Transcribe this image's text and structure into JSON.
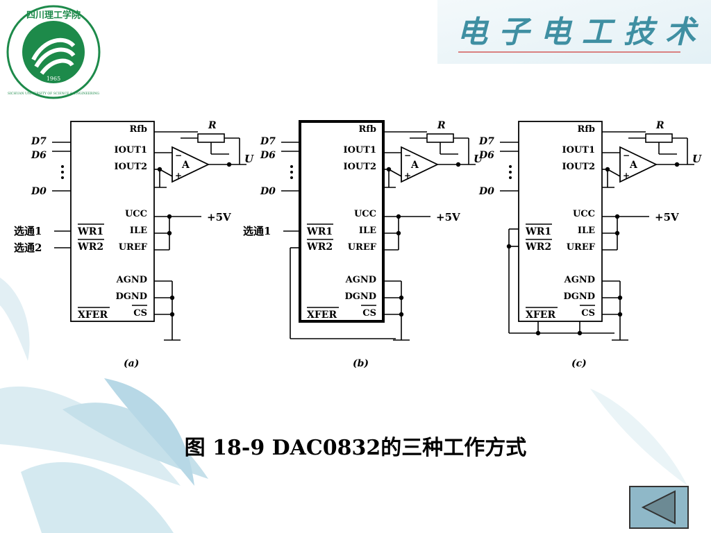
{
  "header": {
    "title": "电子电工技术",
    "logo_text": "四川理工学院",
    "logo_ring_text": "SICHUAN UNIVERSITY OF SCIENCE & ENGINEERING",
    "logo_year": "1965"
  },
  "caption": "图 18-9 DAC0832的三种工作方式",
  "circuits": [
    {
      "label": "(a)",
      "pins_left": [
        "WR1",
        "WR2"
      ],
      "pins_right": [
        "Rfb",
        "IOUT1",
        "IOUT2",
        "UCC",
        "ILE",
        "UREF",
        "AGND",
        "DGND",
        "CS"
      ],
      "bottom_left_pin": "XFER",
      "data_pins": [
        "D7",
        "D6",
        "D0"
      ],
      "inputs": [
        "选通1",
        "选通2"
      ],
      "supply": "+5V",
      "resistor": "R",
      "amp": "A",
      "output": "U",
      "minus": "−",
      "plus": "+"
    },
    {
      "label": "(b)",
      "pins_left": [
        "WR1",
        "WR2"
      ],
      "pins_right": [
        "Rfb",
        "IOUT1",
        "IOUT2",
        "UCC",
        "ILE",
        "UREF",
        "AGND",
        "DGND",
        "CS"
      ],
      "bottom_left_pin": "XFER",
      "data_pins": [
        "D7",
        "D6",
        "D0"
      ],
      "inputs": [
        "选通1"
      ],
      "supply": "+5V",
      "resistor": "R",
      "amp": "A",
      "output": "U",
      "minus": "−",
      "plus": "+"
    },
    {
      "label": "(c)",
      "pins_left": [
        "WR1",
        "WR2"
      ],
      "pins_right": [
        "Rfb",
        "IOUT1",
        "IOUT2",
        "UCC",
        "ILE",
        "UREF",
        "AGND",
        "DGND",
        "CS"
      ],
      "bottom_left_pin": "XFER",
      "data_pins": [
        "D7",
        "D6",
        "D0"
      ],
      "inputs": [],
      "supply": "+5V",
      "resistor": "R",
      "amp": "A",
      "output": "U",
      "minus": "−",
      "plus": "+"
    }
  ],
  "colors": {
    "title": "#3f8fa2",
    "title_line": "#d98080",
    "logo_green": "#1d8a4a",
    "leaf": "#b7d8e6",
    "button_bg": "#8fb8c8",
    "arrow": "#4a6670"
  },
  "controls": {
    "back_button": "back-arrow"
  }
}
